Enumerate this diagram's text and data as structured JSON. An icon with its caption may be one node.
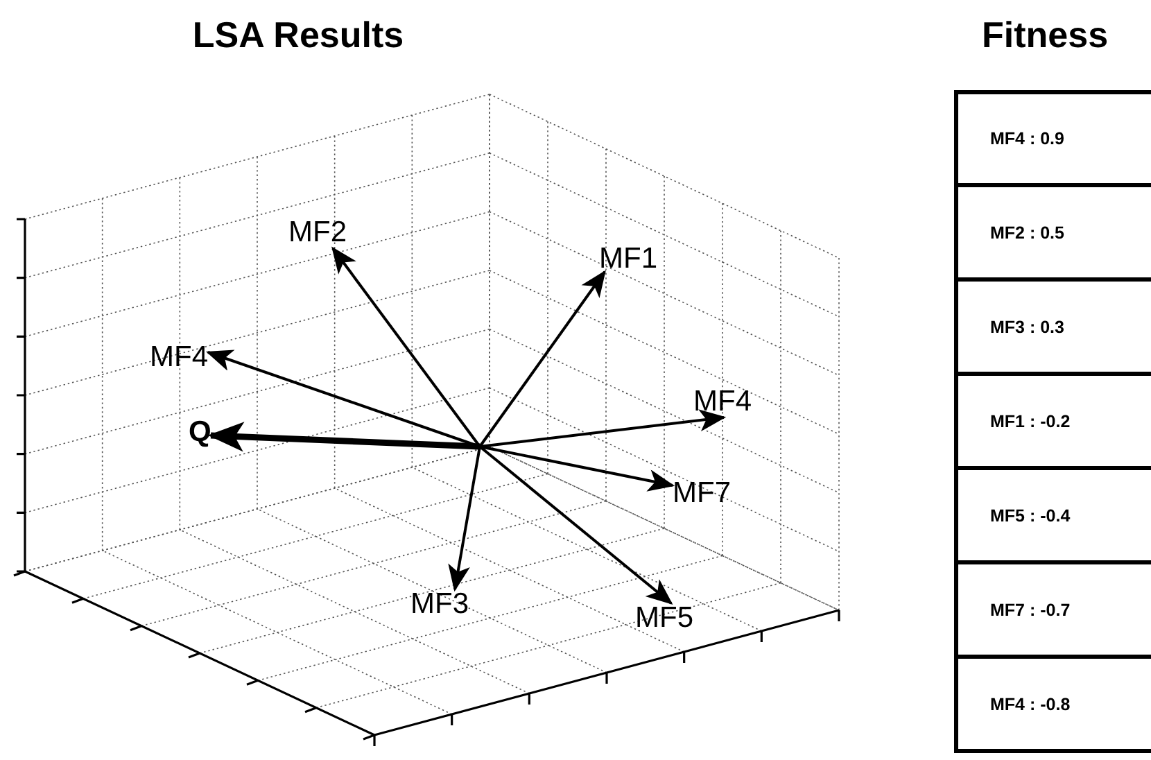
{
  "diagram": {
    "title": "LSA Results",
    "nodes": [
      {
        "text": [
          "MF2"
        ]
      },
      {
        "text": [
          "MF1"
        ]
      },
      {
        "text": [
          "MF4"
        ]
      },
      {
        "text": [
          "MF4"
        ]
      },
      {
        "text": [
          "Q"
        ]
      },
      {
        "text": [
          "MF7"
        ]
      },
      {
        "text": [
          "MF3"
        ]
      },
      {
        "text": [
          "MF5"
        ]
      },
      {
        "text": [
          "Fitness"
        ]
      },
      {
        "text": [
          "MF4 : 0.9"
        ],
        "in": 8
      },
      {
        "text": [
          "MF2 : 0.5"
        ],
        "in": 8
      },
      {
        "text": [
          "MF3 : 0.3"
        ],
        "in": 8
      },
      {
        "text": [
          "MF1 : -0.2"
        ],
        "in": 8
      },
      {
        "text": [
          "MF5 : -0.4"
        ],
        "in": 8
      },
      {
        "text": [
          "MF7 : -0.7"
        ],
        "in": 8
      },
      {
        "text": [
          "MF4 : -0.8"
        ],
        "in": 8
      }
    ],
    "edges": [
      {
        "from": null,
        "to": 0,
        "arrow": "to"
      },
      {
        "from": null,
        "to": 1,
        "arrow": "to"
      },
      {
        "from": null,
        "to": 2,
        "arrow": "to"
      },
      {
        "from": null,
        "to": 3,
        "arrow": "to"
      },
      {
        "from": null,
        "to": 4,
        "arrow": "to",
        "style": "thick"
      },
      {
        "from": null,
        "to": 5,
        "arrow": "to"
      },
      {
        "from": null,
        "to": 6,
        "arrow": "to"
      },
      {
        "from": null,
        "to": 7,
        "arrow": "to"
      }
    ]
  }
}
